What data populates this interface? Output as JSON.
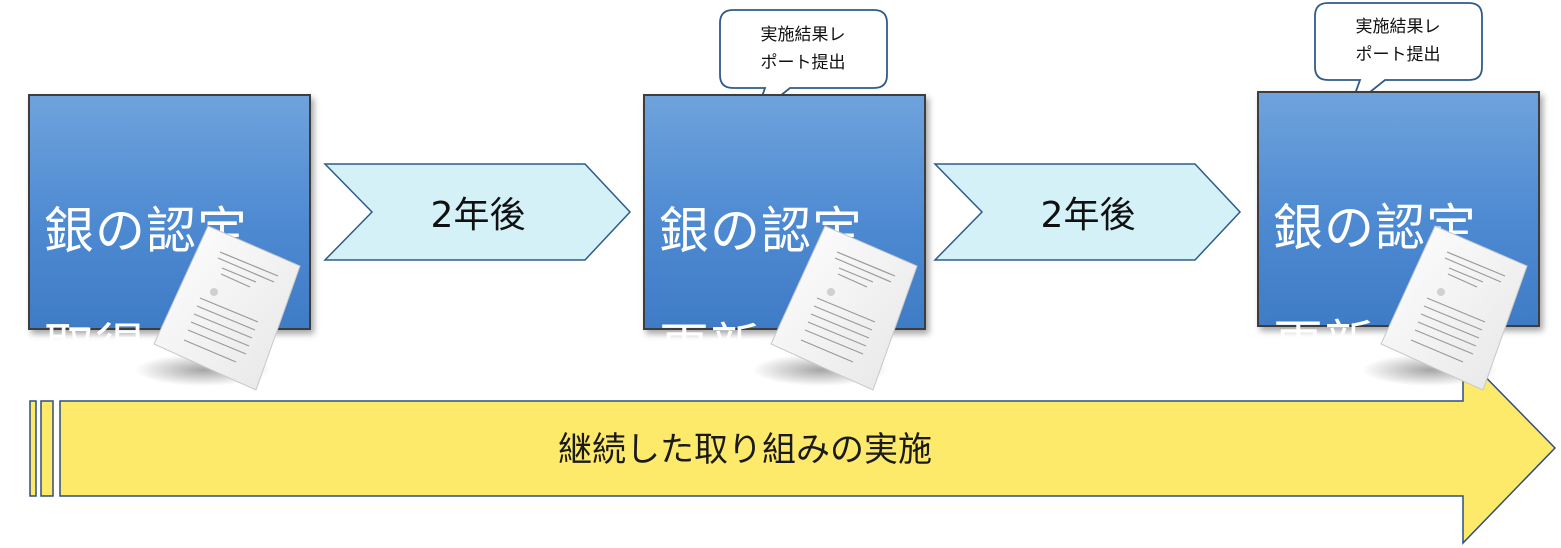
{
  "stages": [
    {
      "line1": "銀の認定",
      "line2": "取得"
    },
    {
      "line1": "銀の認定",
      "line2": "更新"
    },
    {
      "line1": "銀の認定",
      "line2": "更新"
    }
  ],
  "intervals": [
    "2年後",
    "2年後"
  ],
  "callouts": [
    {
      "line1": "実施結果レ",
      "line2": "ポート提出"
    },
    {
      "line1": "実施結果レ",
      "line2": "ポート提出"
    }
  ],
  "bottom_arrow": {
    "label": "継続した取り組みの実施"
  },
  "colors": {
    "box_blue": "#4e8ad2",
    "chevron_fill": "#d4f1f7",
    "chevron_border": "#2f5b8a",
    "arrow_fill": "#fde96a",
    "arrow_border": "#2f4f7f"
  }
}
